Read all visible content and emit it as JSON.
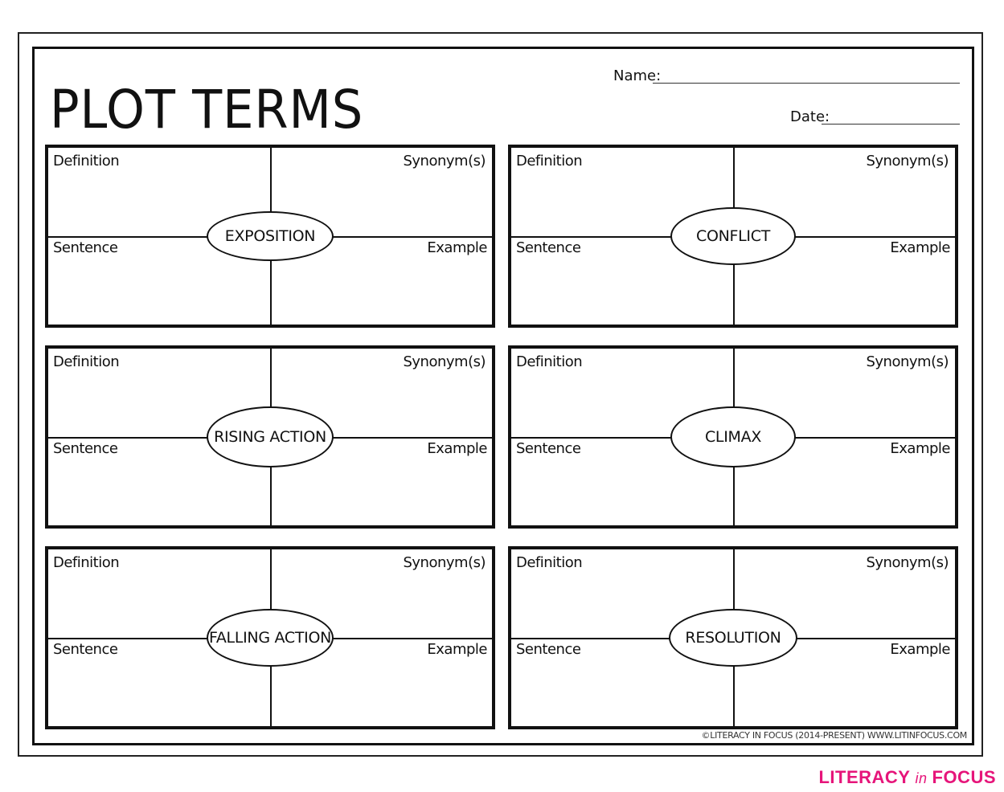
{
  "page": {
    "title": "PLOT TERMS",
    "name_label": "Name:",
    "date_label": "Date:"
  },
  "quadrant_labels": {
    "top_left": "Definition",
    "top_right": "Synonym(s)",
    "bottom_left": "Sentence",
    "bottom_right": "Example"
  },
  "terms": [
    "EXPOSITION",
    "CONFLICT",
    "RISING ACTION",
    "CLIMAX",
    "FALLING ACTION",
    "RESOLUTION"
  ],
  "footer": {
    "copyright": "©LITERACY IN FOCUS (2014-PRESENT) WWW.LITINFOCUS.COM"
  },
  "brand": {
    "word1": "LITERACY",
    "word2": "in",
    "word3": "FOCUS",
    "color": "#e6157a"
  }
}
